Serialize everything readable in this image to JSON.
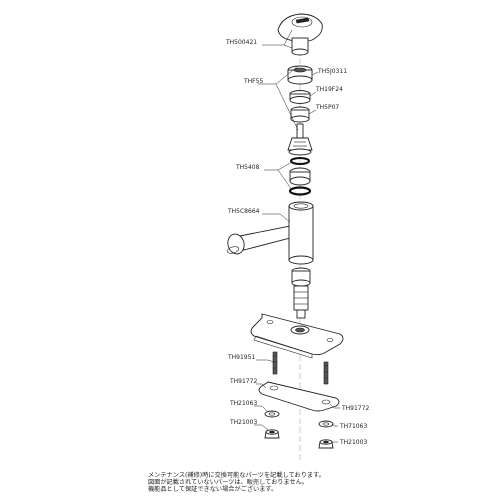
{
  "labels": {
    "th500421": "TH500421",
    "th5j0311": "TH5J0311",
    "thf55": "THF55",
    "th19f24": "TH19F24",
    "th5p07": "TH5P07",
    "th5408": "TH5408",
    "th5c8664": "TH5C8664",
    "th91951": "TH91951",
    "th91772_left": "TH91772",
    "th91772_right": "TH91772",
    "th21063_left": "TH21063",
    "th21063_right": "TH71063",
    "th21003_left": "TH21003",
    "th21003_right": "TH21003"
  },
  "notes": [
    "メンテナンス(補修)時に交換可能なパーツを記載しております。",
    "図面が記載されていないパーツは、販売しておりません。",
    "機能品として保証できない場合がございます。"
  ]
}
